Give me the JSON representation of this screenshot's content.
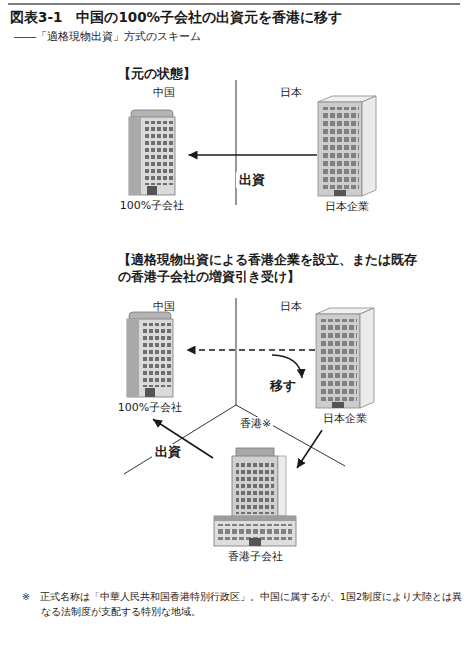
{
  "diagram": {
    "title": "図表3-1　中国の100%子会社の出資元を香港に移す",
    "nodes": [
      {
        "text": [
          "100%子会社"
        ]
      },
      {
        "text": [
          "日本企業"
        ]
      },
      {
        "text": [
          "100%子会社"
        ]
      },
      {
        "text": [
          "日本企業"
        ]
      },
      {
        "text": [
          "香港子会社"
        ]
      }
    ],
    "edges": [
      {
        "from": 1,
        "to": 0,
        "label": "出資",
        "arrow": "to"
      },
      {
        "from": 3,
        "to": 2,
        "arrow": "to"
      },
      {
        "from": 3,
        "to": 4,
        "arrow": "to"
      },
      {
        "from": 4,
        "to": 2,
        "label": "出資",
        "arrow": "to"
      }
    ],
    "labels": [
      "――「適格現物出資」方式のスキーム",
      "【元の状態】",
      "中国",
      "日本",
      "【適格現物出資による香港企業を設立、または既存の香港子会社の増資引き受け】",
      "中国",
      "日本",
      "移す",
      "香港※",
      "※　正式名称は「中華人民共和国香港特別行政区」。中国に属するが、1国2制度により大陸とは異なる法制度が支配する特別な地域。"
    ]
  }
}
